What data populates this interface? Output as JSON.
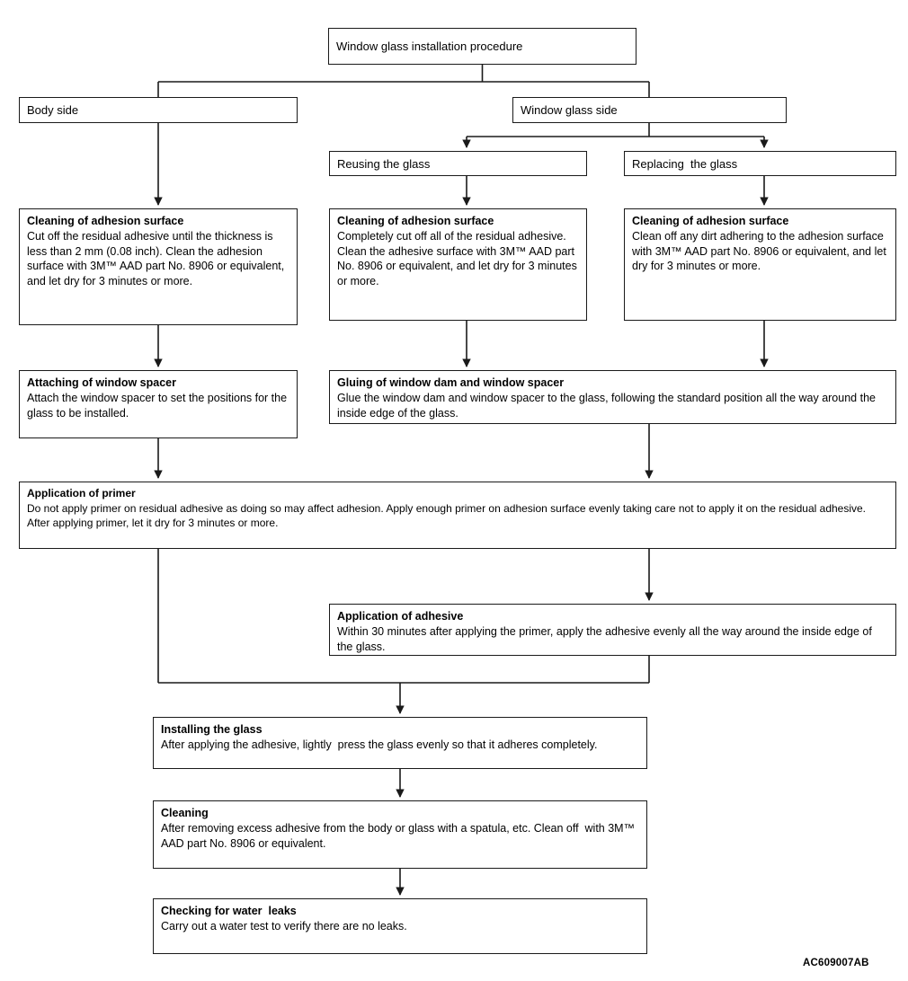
{
  "diagram": {
    "code": "AC609007AB",
    "line_color": "#1a1a1a",
    "text_color": "#000000",
    "background": "#ffffff"
  },
  "nodes": {
    "root": {
      "title": "Window glass installation procedure",
      "body": ""
    },
    "body_side": {
      "title": "Body side",
      "body": ""
    },
    "glass_side": {
      "title": "Window glass side",
      "body": ""
    },
    "reusing": {
      "title": "Reusing the glass",
      "body": ""
    },
    "replacing": {
      "title": "Replacing  the glass",
      "body": ""
    },
    "clean_body": {
      "title": "Cleaning of adhesion surface",
      "body": "Cut off the residual adhesive until the thickness is less than 2 mm (0.08 inch). Clean the adhesion surface with 3M™ AAD part No. 8906 or equivalent, and let dry for 3 minutes or more."
    },
    "clean_reuse": {
      "title": "Cleaning of adhesion surface",
      "body": "Completely cut off all of the residual adhesive. Clean the adhesive surface with 3M™ AAD part No. 8906 or equivalent, and let dry for 3 minutes or more."
    },
    "clean_replace": {
      "title": "Cleaning of adhesion surface",
      "body": "Clean off any dirt adhering to the adhesion surface with 3M™ AAD part No. 8906 or equivalent, and let dry for 3 minutes or more."
    },
    "spacer": {
      "title": "Attaching of window spacer",
      "body": "Attach the window spacer to set the positions for the glass to be installed."
    },
    "gluing": {
      "title": "Gluing of window dam and window spacer",
      "body": "Glue the window dam and window spacer to the glass, following the standard position all the way around the inside edge of the glass."
    },
    "primer": {
      "title": "Application of primer",
      "body": "Do not apply primer on residual adhesive as doing so may affect adhesion. Apply enough primer on adhesion surface evenly taking care not to apply it on the residual adhesive. After applying primer, let it dry for 3 minutes or more."
    },
    "adhesive": {
      "title": "Application of adhesive",
      "body": "Within 30 minutes after applying the primer, apply the adhesive evenly all the way around the inside edge of the glass."
    },
    "install": {
      "title": "Installing the glass",
      "body": "After applying the adhesive, lightly  press the glass evenly so that it adheres completely."
    },
    "cleaning": {
      "title": "Cleaning",
      "body": "After removing excess adhesive from the body or glass with a spatula, etc. Clean off  with 3M™ AAD part No. 8906 or equivalent."
    },
    "leaks": {
      "title": "Checking for water  leaks",
      "body": "Carry out a water test to verify there are no leaks."
    }
  }
}
